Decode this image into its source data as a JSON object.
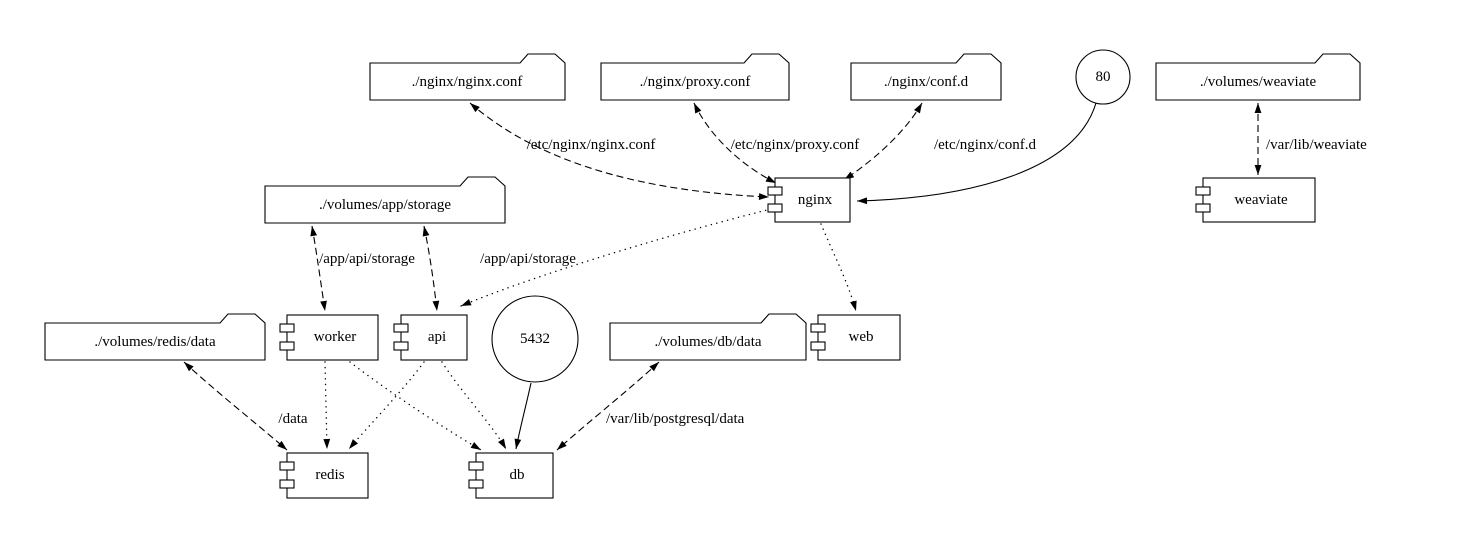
{
  "diagram": {
    "kind": "docker-compose-graph",
    "nodes": {
      "nginx_conf": {
        "label": "./nginx/nginx.conf",
        "type": "volume-folder"
      },
      "proxy_conf": {
        "label": "./nginx/proxy.conf",
        "type": "volume-folder"
      },
      "conf_d": {
        "label": "./nginx/conf.d",
        "type": "volume-folder"
      },
      "port_80": {
        "label": "80",
        "type": "port"
      },
      "volumes_weaviate": {
        "label": "./volumes/weaviate",
        "type": "volume-folder"
      },
      "volumes_app_storage": {
        "label": "./volumes/app/storage",
        "type": "volume-folder"
      },
      "nginx": {
        "label": "nginx",
        "type": "service-component"
      },
      "weaviate": {
        "label": "weaviate",
        "type": "service-component"
      },
      "volumes_redis_data": {
        "label": "./volumes/redis/data",
        "type": "volume-folder"
      },
      "worker": {
        "label": "worker",
        "type": "service-component"
      },
      "api": {
        "label": "api",
        "type": "service-component"
      },
      "port_5432": {
        "label": "5432",
        "type": "port"
      },
      "volumes_db_data": {
        "label": "./volumes/db/data",
        "type": "volume-folder"
      },
      "web": {
        "label": "web",
        "type": "service-component"
      },
      "redis": {
        "label": "redis",
        "type": "service-component"
      },
      "db": {
        "label": "db",
        "type": "service-component"
      }
    },
    "edges": [
      {
        "from": "./nginx/nginx.conf",
        "to": "nginx",
        "style": "dashed",
        "direction": "both",
        "label": "/etc/nginx/nginx.conf"
      },
      {
        "from": "./nginx/proxy.conf",
        "to": "nginx",
        "style": "dashed",
        "direction": "both",
        "label": "/etc/nginx/proxy.conf"
      },
      {
        "from": "./nginx/conf.d",
        "to": "nginx",
        "style": "dashed",
        "direction": "both",
        "label": "/etc/nginx/conf.d"
      },
      {
        "from": "80",
        "to": "nginx",
        "style": "solid",
        "direction": "forward",
        "label": ""
      },
      {
        "from": "./volumes/weaviate",
        "to": "weaviate",
        "style": "dashed",
        "direction": "both",
        "label": "/var/lib/weaviate"
      },
      {
        "from": "./volumes/app/storage",
        "to": "worker",
        "style": "dashed",
        "direction": "both",
        "label": "/app/api/storage"
      },
      {
        "from": "./volumes/app/storage",
        "to": "api",
        "style": "dashed",
        "direction": "both",
        "label": "/app/api/storage"
      },
      {
        "from": "nginx",
        "to": "api",
        "style": "dotted",
        "direction": "forward",
        "label": ""
      },
      {
        "from": "nginx",
        "to": "web",
        "style": "dotted",
        "direction": "forward",
        "label": ""
      },
      {
        "from": "worker",
        "to": "redis",
        "style": "dotted",
        "direction": "forward",
        "label": ""
      },
      {
        "from": "worker",
        "to": "db",
        "style": "dotted",
        "direction": "forward",
        "label": ""
      },
      {
        "from": "api",
        "to": "redis",
        "style": "dotted",
        "direction": "forward",
        "label": ""
      },
      {
        "from": "api",
        "to": "db",
        "style": "dotted",
        "direction": "forward",
        "label": ""
      },
      {
        "from": "5432",
        "to": "db",
        "style": "solid",
        "direction": "forward",
        "label": ""
      },
      {
        "from": "./volumes/db/data",
        "to": "db",
        "style": "dashed",
        "direction": "both",
        "label": "/var/lib/postgresql/data"
      },
      {
        "from": "./volumes/redis/data",
        "to": "redis",
        "style": "dashed",
        "direction": "both",
        "label": "/data"
      }
    ],
    "colors": {
      "stroke": "#000000",
      "background": "#ffffff",
      "text": "#000000"
    }
  }
}
